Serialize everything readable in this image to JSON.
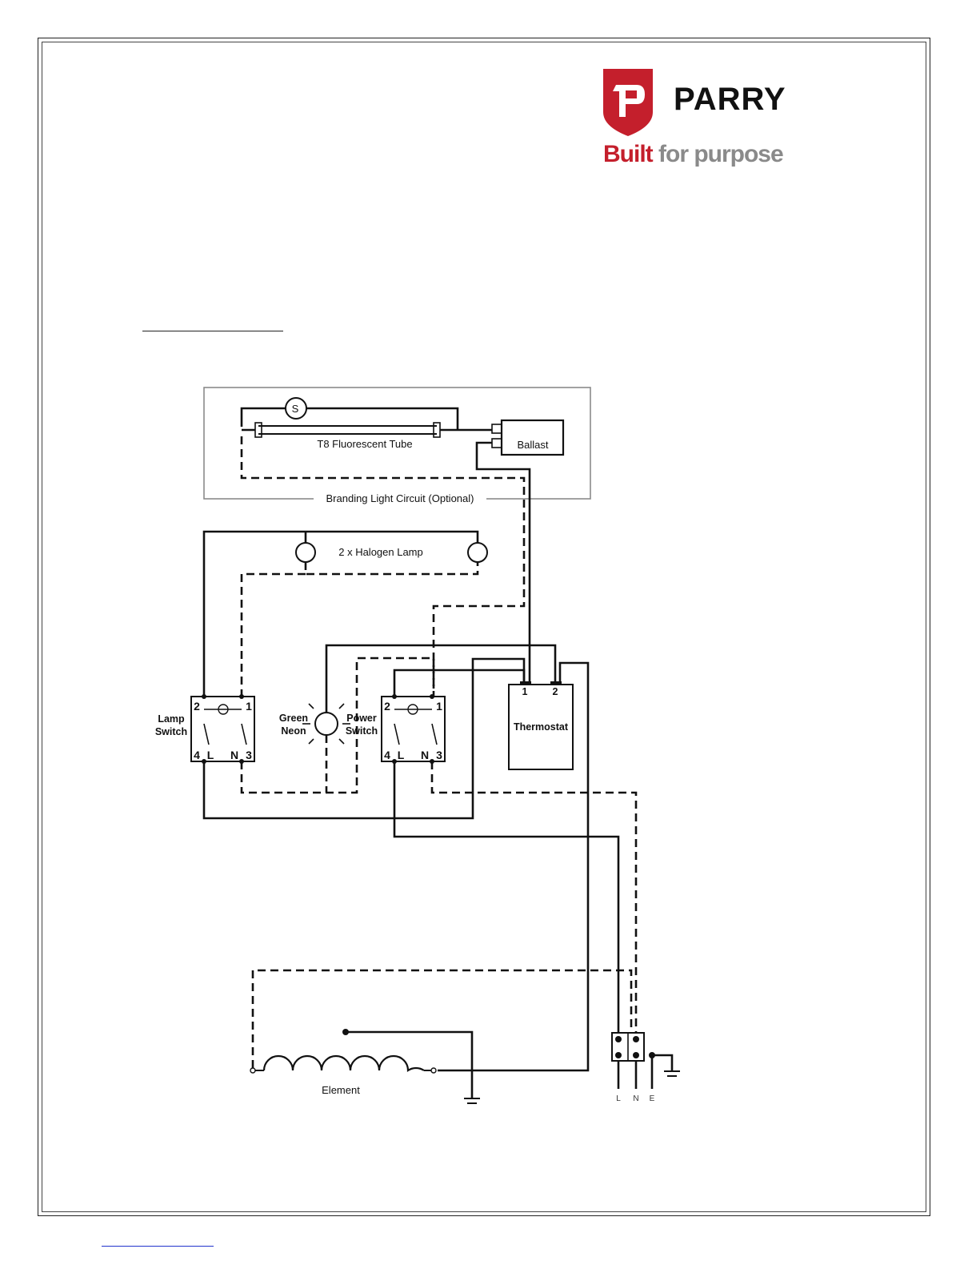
{
  "brand": {
    "name": "PARRY",
    "tagline_part1": "Built",
    "tagline_part2": "for purpose",
    "colors": {
      "red": "#c41f2c",
      "grey": "#8a8a8a"
    }
  },
  "diagram": {
    "starter": "S",
    "tube": "T8  Fluorescent Tube",
    "ballast": "Ballast",
    "branding_circuit": "Branding Light Circuit (Optional)",
    "halogen": "2 x  Halogen Lamp",
    "lamp_switch": {
      "line1": "Lamp",
      "line2": "Switch"
    },
    "green_neon": {
      "line1": "Green",
      "line2": "Neon"
    },
    "power_switch": {
      "line1": "Power",
      "line2": "Switch"
    },
    "thermostat": "Thermostat",
    "thermostat_t1": "1",
    "thermostat_t2": "2",
    "switch_terms": {
      "t1": "1",
      "t2": "2",
      "t3": "3",
      "t4": "4",
      "l": "L",
      "n": "N"
    },
    "element": "Element",
    "supply": {
      "l": "L",
      "n": "N",
      "e": "E"
    }
  }
}
